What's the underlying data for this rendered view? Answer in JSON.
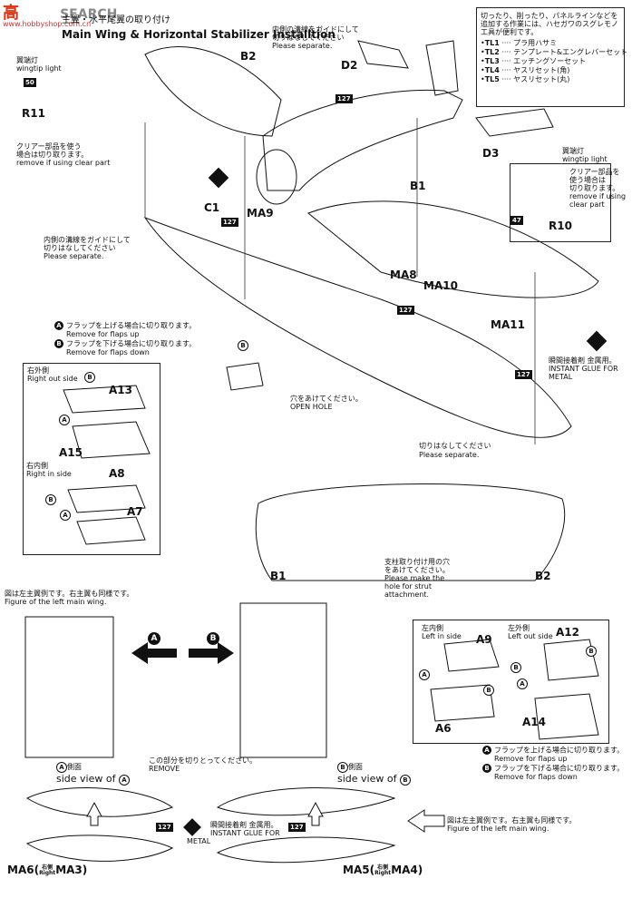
{
  "header": {
    "watermark_cn": "高",
    "watermark_url": "www.hobbyshop.com.cn",
    "watermark_search": "SEARCH",
    "title_jp": "主翼・水平尾翼の取り付け",
    "title_en": "Main Wing & Horizontal Stabilizer Installtion"
  },
  "tools_box": {
    "intro": [
      "切ったり、削ったり、パネルラインなどを",
      "追加する作業には、ハセガワのスグレモノ",
      "工具が便利です。"
    ],
    "tools": [
      {
        "code": "TL1",
        "name": "プラ用ハサミ"
      },
      {
        "code": "TL2",
        "name": "テンプレート&エングレバーセット"
      },
      {
        "code": "TL3",
        "name": "エッチングソーセット"
      },
      {
        "code": "TL4",
        "name": "ヤスリセット(角)"
      },
      {
        "code": "TL5",
        "name": "ヤスリセット(丸)"
      }
    ]
  },
  "wingtip_left": {
    "jp": "翼端灯",
    "en": "wingtip light",
    "num": "50",
    "part": "R11",
    "note_jp": [
      "クリアー部品を使う",
      "場合は切り取ります。"
    ],
    "note_en": "remove if using clear part"
  },
  "wingtip_right": {
    "jp": "翼端灯",
    "en": "wingtip light",
    "num": "47",
    "part": "R10",
    "note_jp": [
      "クリアー部品を",
      "使う場合は",
      "切り取ります。"
    ],
    "note_en": [
      "remove if using",
      "clear part"
    ]
  },
  "parts": {
    "B2": "B2",
    "D2": "D2",
    "D3": "D3",
    "B1": "B1",
    "C1": "C1",
    "MA9": "MA9",
    "MA8": "MA8",
    "MA10": "MA10",
    "MA11": "MA11",
    "A13": "A13",
    "A15": "A15",
    "A8": "A8",
    "A7": "A7",
    "A9": "A9",
    "A6": "A6",
    "A12": "A12",
    "A14": "A14",
    "B1_lower": "B1",
    "B2_lower": "B2"
  },
  "paint_codes": {
    "c127": "127"
  },
  "notes": {
    "separate_top": {
      "jp": [
        "内側の溝線をガイドにして",
        "切りはなしてください"
      ],
      "en": "Please separate."
    },
    "separate_left": {
      "jp": [
        "内側の溝線をガイドにして",
        "切りはなしてください"
      ],
      "en": "Please separate."
    },
    "flaps_a": {
      "jp": "フラップを上げる場合に切り取ります。",
      "en": "Remove for flaps up"
    },
    "flaps_b": {
      "jp": "フラップを下げる場合に切り取ります。",
      "en": "Remove for flaps down"
    },
    "open_hole": {
      "jp": "穴をあけてください。",
      "en": "OPEN HOLE"
    },
    "separate_mid": {
      "jp": "切りはなしてください",
      "en": "Please separate."
    },
    "glue_metal": {
      "jp": [
        "瞬間接着剤",
        "金属用。"
      ],
      "en": [
        "INSTANT GLUE FOR",
        "METAL"
      ]
    },
    "strut": {
      "jp": [
        "支柱取り付け用の穴",
        "をあけてください。"
      ],
      "en": [
        "Please make the",
        "hole for strut",
        "attachment."
      ]
    },
    "left_wing_fig": {
      "jp": "図は左主翼例です。右主翼も同様です。",
      "en": "Figure of the left main wing."
    },
    "remove_part": {
      "jp": "この部分を切りとってください。",
      "en": "REMOVE"
    },
    "side_a": "側面",
    "side_b": "側面",
    "side_a_en": "side view of",
    "side_b_en": "side view of",
    "glue_metal2": {
      "jp": [
        "瞬間接着剤",
        "金属用。"
      ],
      "en": [
        "INSTANT GLUE FOR",
        "METAL"
      ]
    },
    "left_wing_fig2": {
      "jp": "図は左主翼例です。右主翼も同様です。",
      "en": "Figure of the left main wing."
    },
    "flaps_a2": {
      "jp": "フラップを上げる場合に切り取ります。",
      "en": "Remove for flaps up"
    },
    "flaps_b2": {
      "jp": "フラップを下げる場合に切り取ります。",
      "en": "Remove for flaps down"
    }
  },
  "sub_boxes": {
    "right_out": {
      "jp": "右外側",
      "en": "Right out side"
    },
    "right_in": {
      "jp": "右内側",
      "en": "Right in side"
    },
    "left_in": {
      "jp": "左内側",
      "en": "Left in side"
    },
    "left_out": {
      "jp": "左外側",
      "en": "Left out side"
    }
  },
  "letters": {
    "A": "A",
    "B": "B"
  },
  "bottom_parts": {
    "ma6": "MA6(",
    "ma3": "MA3)",
    "ma5": "MA5(",
    "ma4": "MA4)",
    "right_jp": "右側",
    "right_en": "Right"
  }
}
